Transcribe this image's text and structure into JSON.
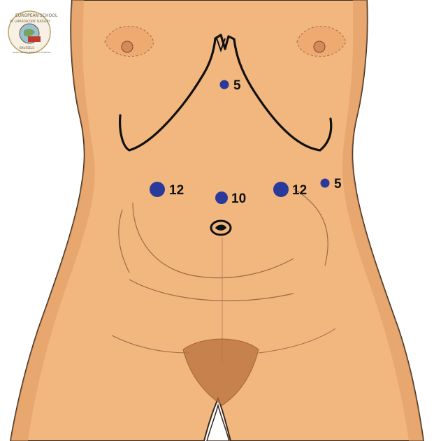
{
  "figure": {
    "colors": {
      "skin": "#f2b77e",
      "skin_shadow": "#d9925a",
      "outline": "#3a2a1e",
      "port": "#2a3a9a",
      "pubic": "#8a4a22"
    },
    "logo": {
      "icon": "school-emblem-icon",
      "text_lines": [
        "EUROPEAN SCHOOL",
        "OF LAPAROSCOPIC SURGERY",
        "BRUSSELS",
        "SAINT-PIERRE UNIVERSITY HOSPITAL"
      ]
    },
    "ports": [
      {
        "id": "epigastric",
        "label": "5",
        "size_mm": 5
      },
      {
        "id": "right-upper",
        "label": "12",
        "size_mm": 12
      },
      {
        "id": "umbilical",
        "label": "10",
        "size_mm": 10
      },
      {
        "id": "left-upper",
        "label": "12",
        "size_mm": 12
      },
      {
        "id": "left-lateral",
        "label": "5",
        "size_mm": 5
      }
    ]
  }
}
